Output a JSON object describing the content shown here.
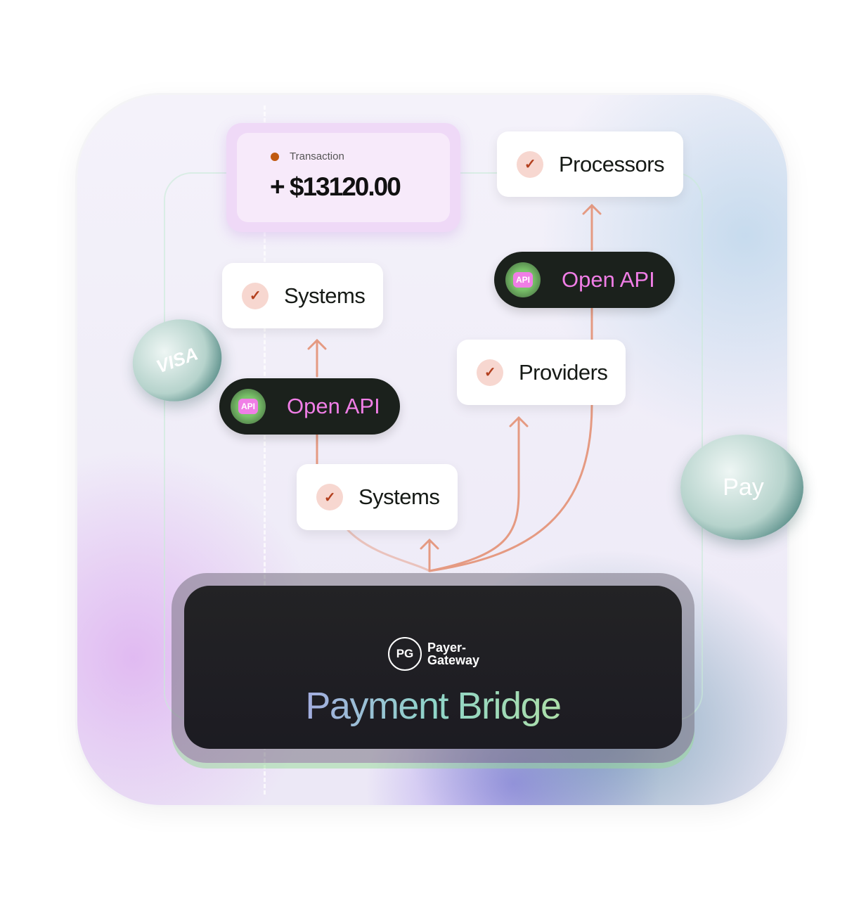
{
  "transaction": {
    "label": "Transaction",
    "amount": "+ $13120.00"
  },
  "nodes": {
    "processors": "Processors",
    "systems_top": "Systems",
    "providers": "Providers",
    "systems_bottom": "Systems",
    "open_api_right": "Open API",
    "open_api_left": "Open API",
    "api_badge": "API"
  },
  "coins": {
    "visa": "VISA",
    "apple_pay": "Pay"
  },
  "bridge": {
    "brand_top": "Payer-",
    "brand_bottom": "Gateway",
    "logo": "PG",
    "title": "Payment Bridge"
  },
  "colors": {
    "arrow": "#e59a82",
    "api_text": "#f07ee6",
    "dot": "#c05a10"
  }
}
